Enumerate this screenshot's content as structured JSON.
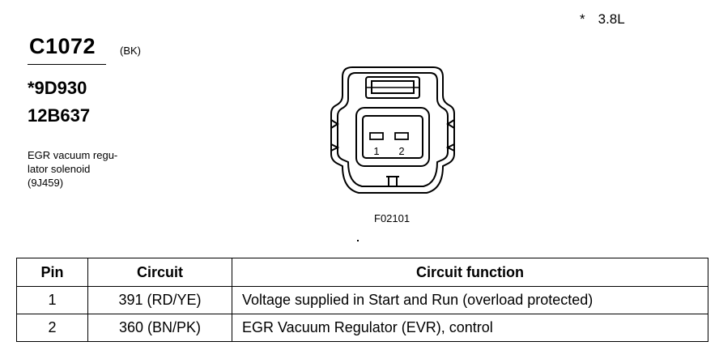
{
  "note": {
    "marker": "*",
    "text": "3.8L"
  },
  "connector": {
    "id": "C1072",
    "color": "(BK)",
    "part_numbers": [
      "*9D930",
      "12B637"
    ],
    "description": [
      "EGR vacuum regu-",
      "lator solenoid",
      "(9J459)"
    ]
  },
  "diagram": {
    "figure_id": "F02101",
    "pins": [
      "1",
      "2"
    ]
  },
  "table": {
    "headers": [
      "Pin",
      "Circuit",
      "Circuit function"
    ],
    "rows": [
      [
        "1",
        "391 (RD/YE)",
        "Voltage supplied in Start and Run (overload protected)"
      ],
      [
        "2",
        "360 (BN/PK)",
        "EGR Vacuum Regulator (EVR), control"
      ]
    ]
  }
}
